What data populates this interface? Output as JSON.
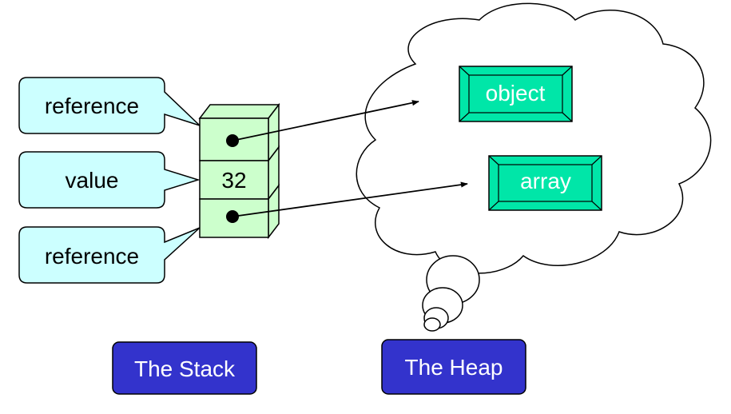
{
  "callouts": {
    "top_label": "reference",
    "middle_label": "value",
    "bottom_label": "reference"
  },
  "stack": {
    "middle_cell_value": "32",
    "caption": "The Stack"
  },
  "heap": {
    "object_label": "object",
    "array_label": "array",
    "caption": "The Heap"
  },
  "colors": {
    "callout_fill": "#ccffff",
    "stack_fill": "#ccffcc",
    "heap_block_fill": "#00e6a8",
    "caption_fill": "#3333cc",
    "caption_text": "#ffffff"
  }
}
